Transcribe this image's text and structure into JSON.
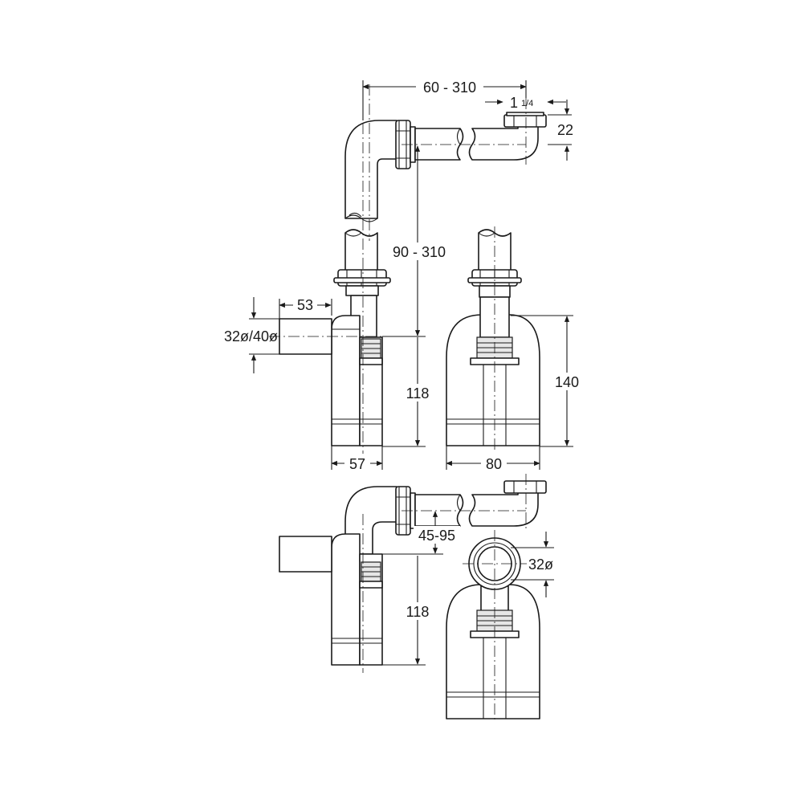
{
  "dimensions": {
    "pipe_length": "60 - 310",
    "thread": "1",
    "thread_fraction": "1/4",
    "thread_unit": "",
    "height_22": "22",
    "height_range": "90 - 310",
    "outlet_length": "53",
    "outlet_diameter": "32ø/40ø",
    "trap_height_top": "118",
    "trap_width": "57",
    "body_width": "80",
    "body_height": "140",
    "adjust_range": "45-95",
    "trap_height_bottom": "118",
    "inlet_diameter": "32ø"
  },
  "colors": {
    "line": "#1a1a1a",
    "fill": "#ffffff",
    "shade": "#e6e6e6"
  }
}
